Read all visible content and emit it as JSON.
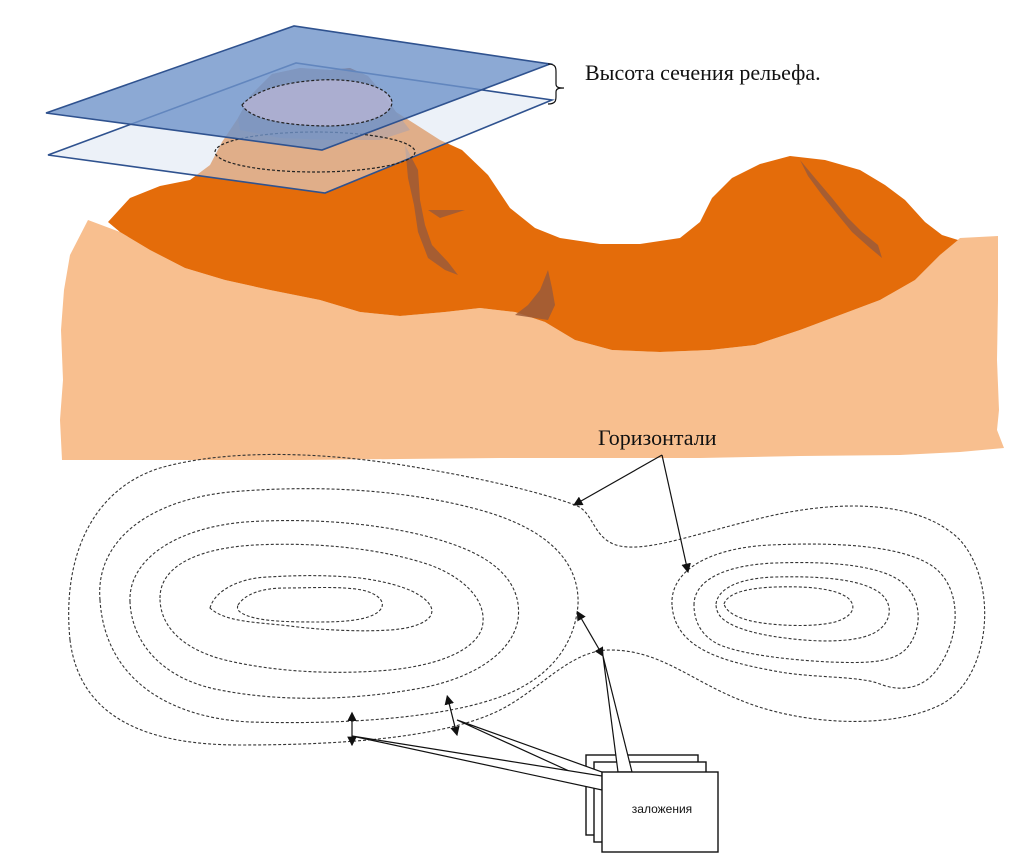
{
  "labels": {
    "section_height": "Высота сечения рельефа.",
    "contours": "Горизонтали",
    "spacing": "заложения"
  },
  "colors": {
    "terrain_base": "#f8bf8f",
    "hill": "#e46c0a",
    "hill_shadow": "#b35209",
    "hill_dark": "#9b5a3a",
    "plane_upper": "#6f94c9",
    "plane_lower": "#dce6f2",
    "plane_stroke": "#2f528f",
    "contour_stroke": "#333333",
    "callout_stroke": "#111111"
  }
}
